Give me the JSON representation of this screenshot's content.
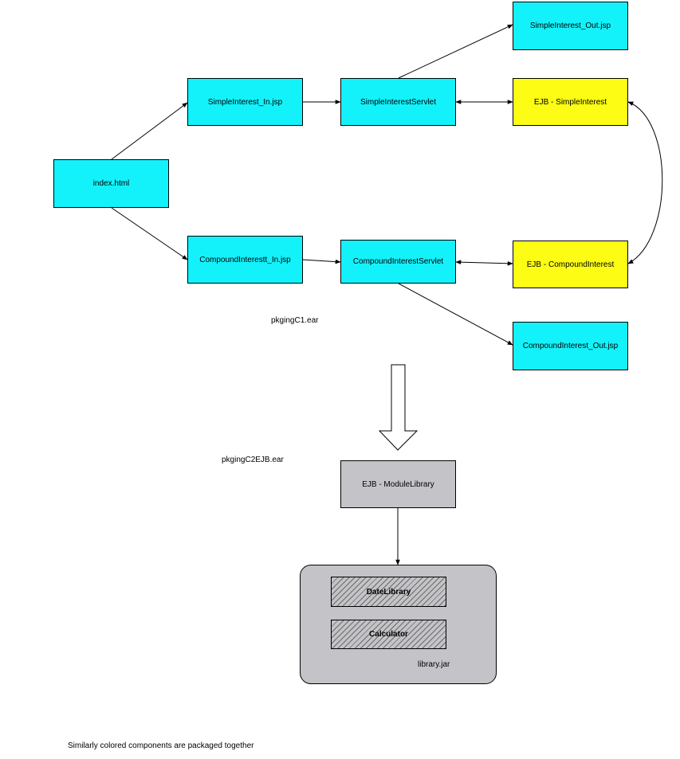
{
  "nodes": {
    "index": "index.html",
    "simple_in": "SimpleInterest_In.jsp",
    "simple_servlet": "SimpleInterestServlet",
    "simple_out": "SimpleInterest_Out.jsp",
    "ejb_simple": "EJB - SimpleInterest",
    "compound_in": "CompoundInterestt_In.jsp",
    "compound_servlet": "CompoundInterestServlet",
    "ejb_compound": "EJB - CompoundInterest",
    "compound_out": "CompoundInterest_Out.jsp",
    "ejb_module_library": "EJB - ModuleLibrary",
    "date_library": "DateLibrary",
    "calculator": "Calculator",
    "library_jar": "library.jar"
  },
  "labels": {
    "ear1": "pkgingC1.ear",
    "ear2": "pkgingC2EJB.ear",
    "footnote": "Similarly colored components are packaged together"
  },
  "colors": {
    "web_component": "#13f2fa",
    "ejb_component": "#fcfc14",
    "library_component": "#c4c3c8"
  }
}
